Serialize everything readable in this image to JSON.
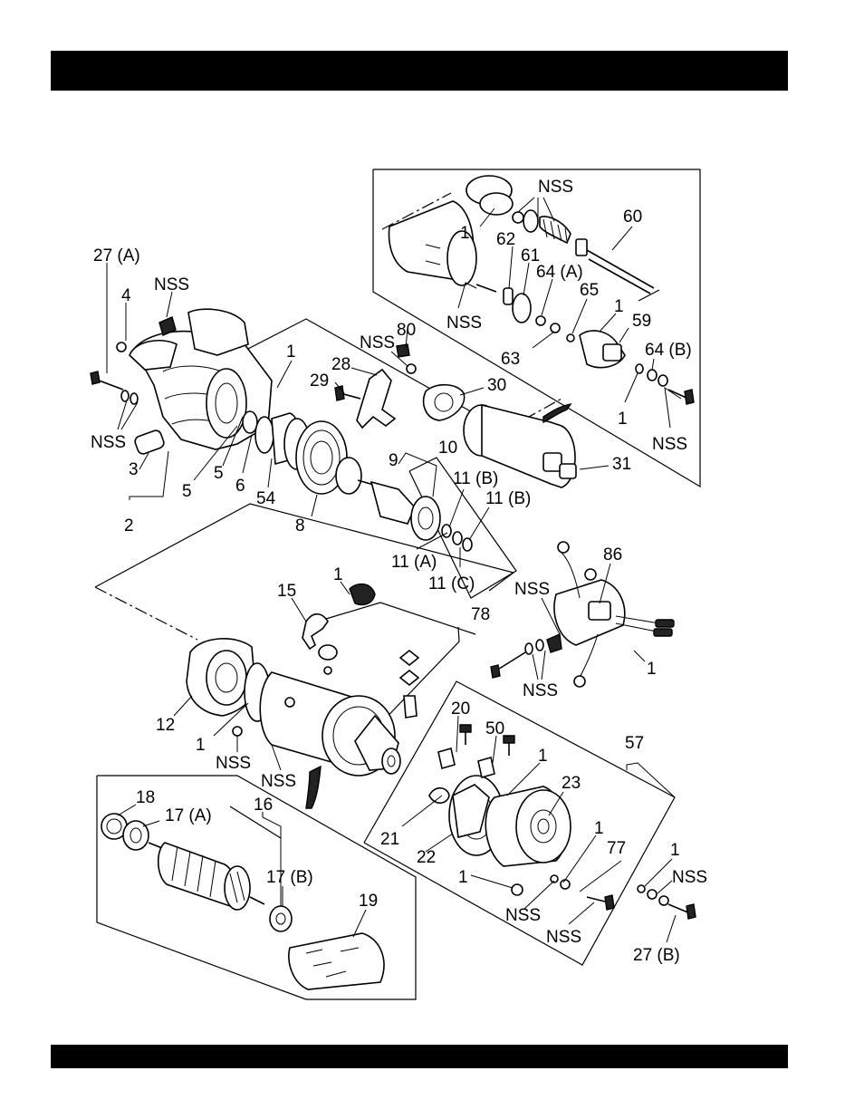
{
  "header": {
    "title": ""
  },
  "footer": {
    "text": ""
  },
  "diagram": {
    "callouts": [
      "27 (A)",
      "4",
      "NSS",
      "NSS",
      "3",
      "2",
      "5",
      "5",
      "6",
      "54",
      "1",
      "80",
      "NSS",
      "28",
      "29",
      "30",
      "9",
      "10",
      "8",
      "31",
      "11 (B)",
      "11 (B)",
      "11 (A)",
      "11 (C)",
      "NSS",
      "1",
      "60",
      "62",
      "61",
      "64 (A)",
      "65",
      "1",
      "59",
      "63",
      "64 (B)",
      "1",
      "NSS",
      "NSS",
      "1",
      "15",
      "78",
      "12",
      "1",
      "NSS",
      "NSS",
      "86",
      "NSS",
      "NSS",
      "1",
      "20",
      "50",
      "57",
      "1",
      "23",
      "21",
      "22",
      "1",
      "NSS",
      "1",
      "77",
      "1",
      "NSS",
      "NSS",
      "27 (B)",
      "18",
      "17 (A)",
      "16",
      "17 (B)",
      "19"
    ]
  }
}
